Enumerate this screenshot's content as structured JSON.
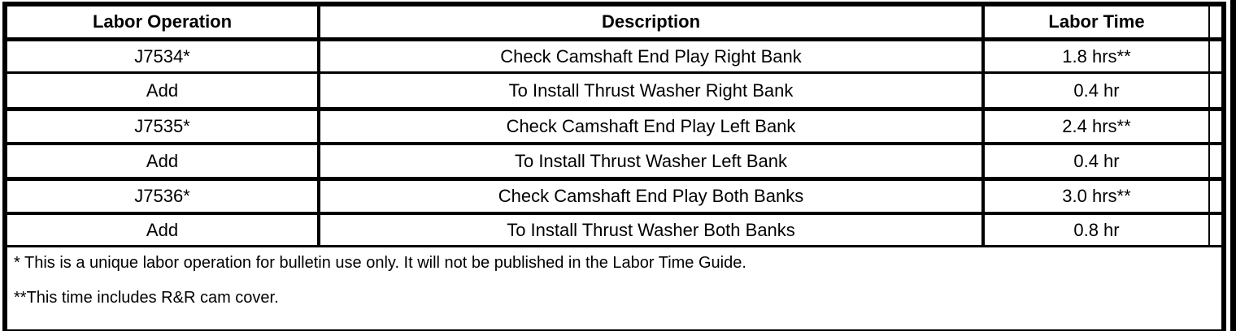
{
  "colors": {
    "ink": "#000000",
    "paper": "#ffffff"
  },
  "table": {
    "header": {
      "labor_operation": "Labor Operation",
      "description": "Description",
      "labor_time": "Labor Time"
    },
    "rows": [
      {
        "labor_operation": "J7534*",
        "description": "Check Camshaft End Play Right Bank",
        "labor_time": "1.8 hrs**"
      },
      {
        "labor_operation": "Add",
        "description": "To Install Thrust Washer Right Bank",
        "labor_time": "0.4 hr"
      },
      {
        "labor_operation": "J7535*",
        "description": "Check Camshaft End Play Left Bank",
        "labor_time": "2.4 hrs**"
      },
      {
        "labor_operation": "Add",
        "description": "To Install Thrust Washer Left Bank",
        "labor_time": "0.4 hr"
      },
      {
        "labor_operation": "J7536*",
        "description": "Check Camshaft End Play Both Banks",
        "labor_time": "3.0 hrs**"
      },
      {
        "labor_operation": "Add",
        "description": "To Install Thrust Washer Both Banks",
        "labor_time": "0.8 hr"
      }
    ],
    "footnotes": {
      "unique_operation": "* This is a unique labor operation for bulletin use only. It will not be published in the Labor Time Guide.",
      "rr_cam_cover": "**This time includes R&R cam cover."
    }
  }
}
